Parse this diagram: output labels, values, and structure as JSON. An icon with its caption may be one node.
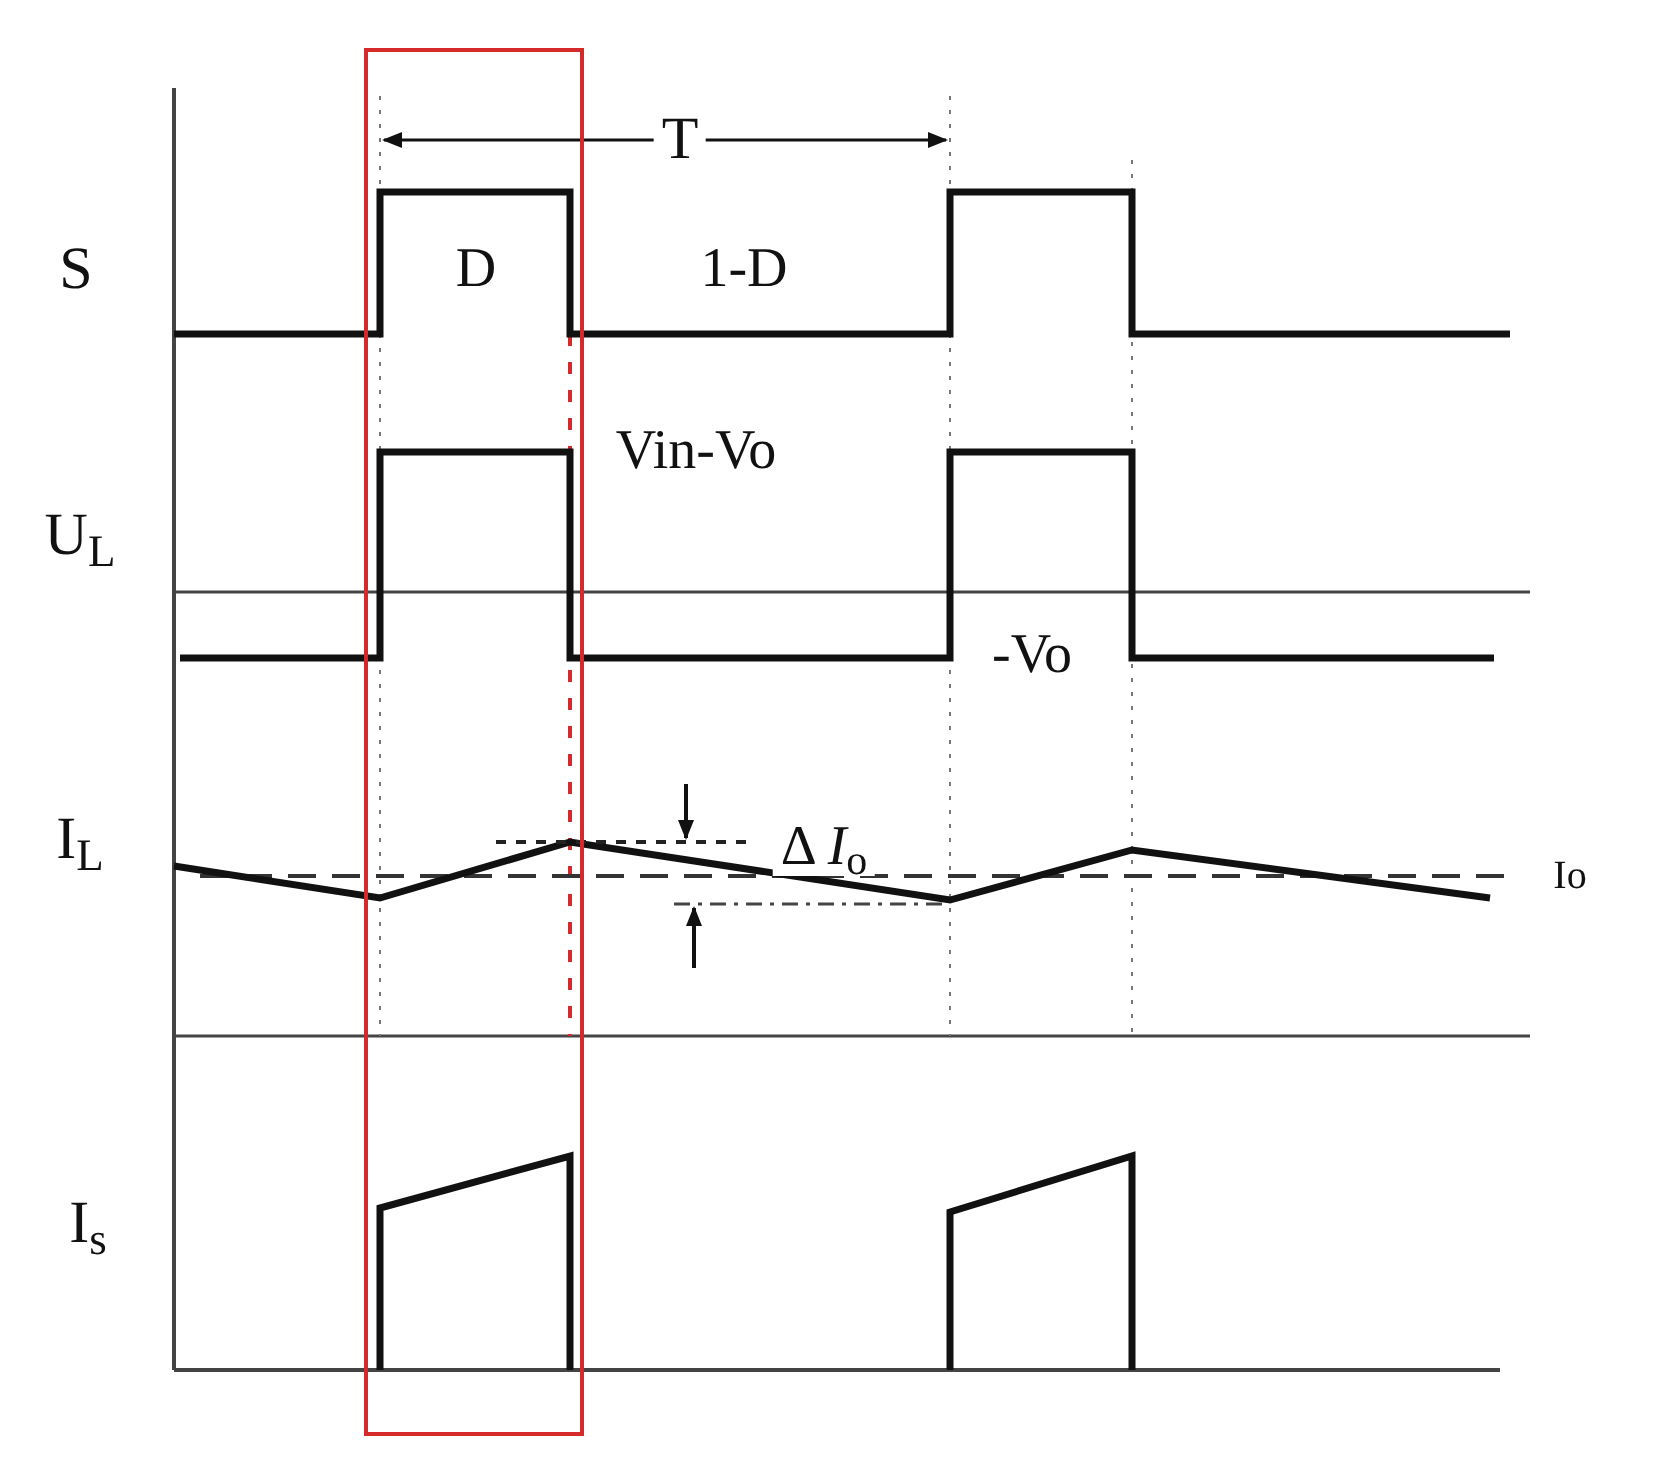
{
  "diagram": {
    "labels": [
      "T",
      "S",
      "D",
      "1-D",
      "Vin-Vo",
      "U$_{L}$",
      "-Vo",
      "I$_{L}$",
      "Δ *I*$_{o}$",
      "Io",
      "I$_{s}$"
    ]
  }
}
